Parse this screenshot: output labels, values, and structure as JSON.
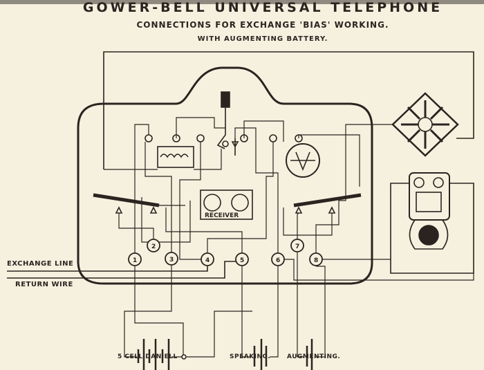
{
  "title": "GOWER-BELL UNIVERSAL TELEPHONE",
  "subtitle": "CONNECTIONS FOR EXCHANGE 'BIAS' WORKING.",
  "subtitle2": "WITH AUGMENTING BATTERY.",
  "labels": {
    "exchange_line": "EXCHANGE LINE",
    "return_wire": "RETURN WIRE",
    "receiver": "RECEIVER",
    "battery_daniell": "5 CELL DANIELL",
    "battery_speaking": "SPEAKING.",
    "battery_augmenting": "AUGMENTING."
  },
  "terminals": [
    "1",
    "2",
    "3",
    "4",
    "5",
    "6",
    "7",
    "8"
  ]
}
